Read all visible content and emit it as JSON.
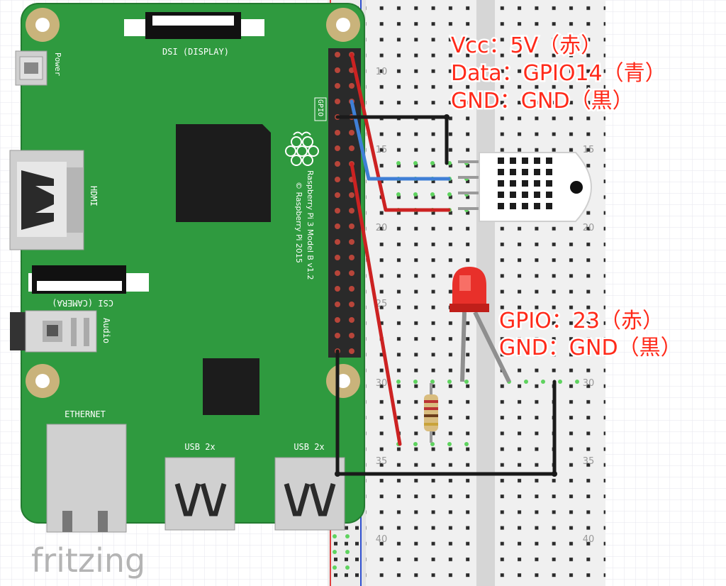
{
  "labels": {
    "dsi": "DSI (DISPLAY)",
    "power": "Power",
    "hdmi": "HDMI",
    "csi": "CSI (CAMERA)",
    "audio": "Audio",
    "ethernet": "ETHERNET",
    "usb1": "USB 2x",
    "usb2": "USB 2x",
    "gpio": "GPIO",
    "model": "Raspberry Pi 3 Model B v1.2",
    "copyright": "© Raspberry Pi 2015",
    "watermark": "fritzing"
  },
  "row_numbers": {
    "r10": "10",
    "r15": "15",
    "r20": "20",
    "r25": "25",
    "r30": "30",
    "r35": "35",
    "r40": "40"
  },
  "annotations": {
    "sensor": {
      "line1": "Vcc：5V（赤）",
      "line2": "Data：GPIO14（青）",
      "line3": "GND：GND（黒）"
    },
    "led": {
      "line1": "GPIO：23（赤）",
      "line2": "GND：GND（黒）"
    }
  },
  "colors": {
    "board_green": "#2f9a3f",
    "wire_red": "#cc2222",
    "wire_blue": "#3f7fd6",
    "wire_black": "#1a1a1a",
    "note_red": "#ff2a1a",
    "led_red": "#e8302a"
  }
}
